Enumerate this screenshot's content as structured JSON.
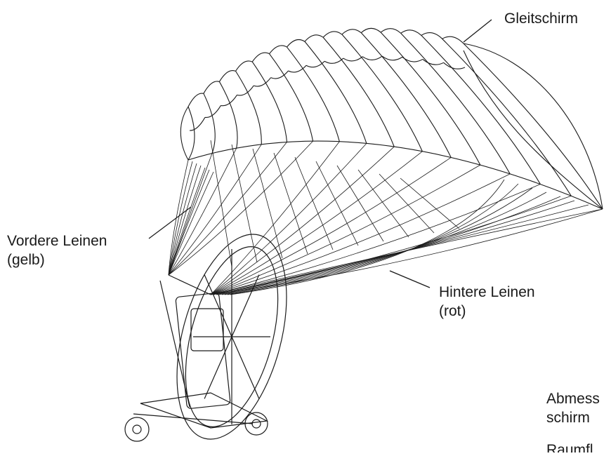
{
  "labels": {
    "canopy": "Gleitschirm",
    "front_lines_1": "Vordere Leinen",
    "front_lines_2": "(gelb)",
    "rear_lines_1": "Hintere Leinen",
    "rear_lines_2": "(rot)",
    "cut_text_1": "Abmess",
    "cut_text_2": "schirm",
    "cut_text_3": "Raumfl"
  },
  "colors": {
    "ink": "#1a1a1a",
    "background": "#ffffff"
  }
}
